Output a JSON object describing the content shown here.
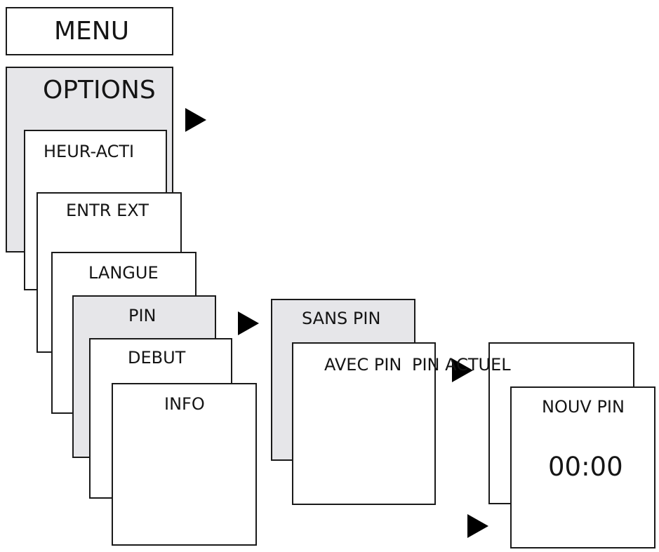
{
  "menu": {
    "title": "MENU"
  },
  "options": {
    "title": "OPTIONS",
    "items": [
      "HEUR-ACTI",
      "ENTR EXT",
      "LANGUE",
      "PIN",
      "DEBUT",
      "INFO"
    ]
  },
  "pin_menu": {
    "items": [
      "SANS PIN",
      "AVEC PIN",
      "PIN ACTUEL"
    ]
  },
  "new_pin": {
    "title": "NOUV PIN",
    "value": "00:00"
  },
  "colors": {
    "shaded": "#e6e6e9",
    "border": "#1a1a1a",
    "arrow": "#000000"
  }
}
